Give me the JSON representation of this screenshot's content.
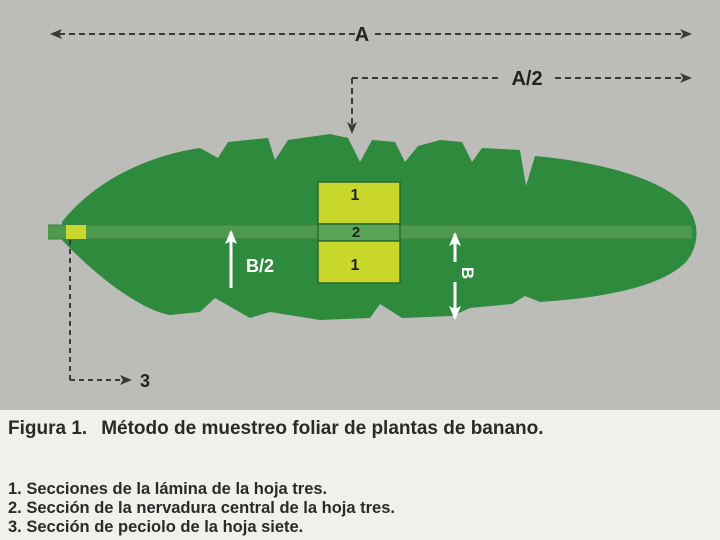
{
  "diagram": {
    "labels": {
      "A": "A",
      "A_half": "A/2",
      "B": "B",
      "B_half": "B/2",
      "section_1_top": "1",
      "section_2": "2",
      "section_1_bottom": "1",
      "petiole_ref": "3"
    },
    "colors": {
      "panel": "#bcbdb9",
      "leaf": "#2e8a3c",
      "midrib": "#4d9a4f",
      "sample": "#c9d62c",
      "arrow_dark": "#3a3a3a",
      "arrow_light": "#ffffff"
    }
  },
  "caption": {
    "number": "Figura 1.",
    "text": "Método de muestreo foliar de plantas de banano."
  },
  "legend": {
    "items": [
      "1. Secciones de la lámina de la hoja tres.",
      "2. Sección de la nervadura central de la hoja tres.",
      "3. Sección de peciolo de la hoja siete."
    ]
  }
}
